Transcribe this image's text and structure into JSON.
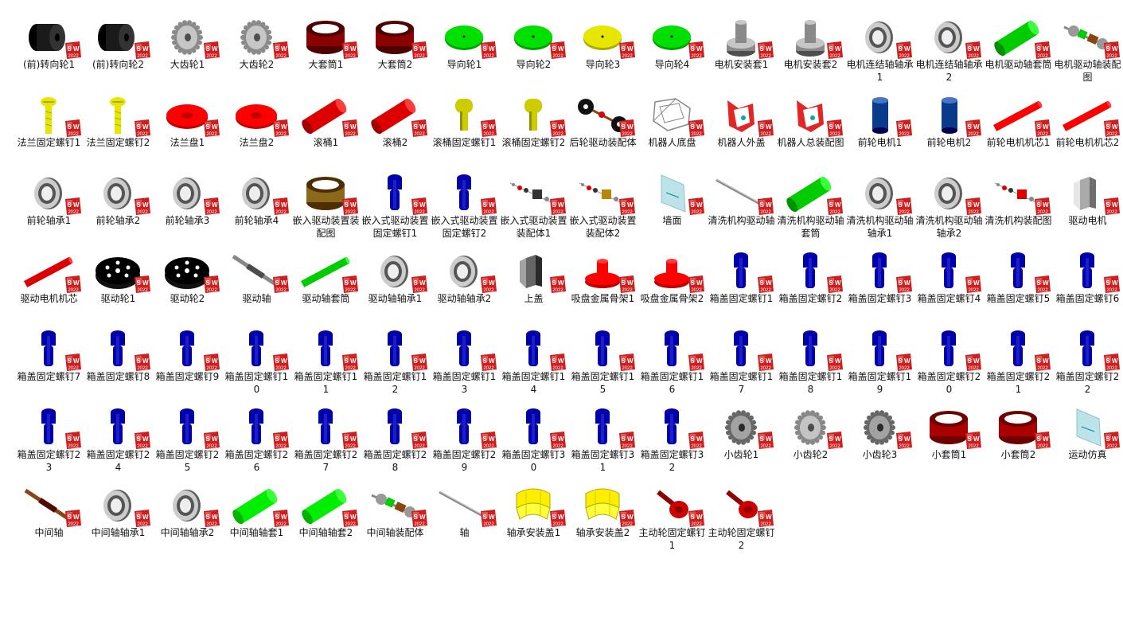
{
  "badge": {
    "line1": "S W",
    "line2": "2022"
  },
  "files": [
    {
      "name": "(前)转向轮1",
      "icon": "black-wheel-icon",
      "color": "#1a1a1a"
    },
    {
      "name": "(前)转向轮2",
      "icon": "black-wheel-icon",
      "color": "#1a1a1a"
    },
    {
      "name": "大齿轮1",
      "icon": "gear-icon",
      "color": "#8a8a8a"
    },
    {
      "name": "大齿轮2",
      "icon": "gear-icon",
      "color": "#8a8a8a"
    },
    {
      "name": "大套筒1",
      "icon": "ring-icon",
      "color": "#8b0000"
    },
    {
      "name": "大套筒2",
      "icon": "ring-icon",
      "color": "#8b0000"
    },
    {
      "name": "导向轮1",
      "icon": "disc-icon",
      "color": "#00e000"
    },
    {
      "name": "导向轮2",
      "icon": "disc-icon",
      "color": "#00e000"
    },
    {
      "name": "导向轮3",
      "icon": "disc-icon",
      "color": "#e6e600"
    },
    {
      "name": "导向轮4",
      "icon": "disc-icon",
      "color": "#00e000"
    },
    {
      "name": "电机安装套1",
      "icon": "motor-mount-icon",
      "color": "#8a8a8a"
    },
    {
      "name": "电机安装套2",
      "icon": "motor-mount-icon",
      "color": "#8a8a8a"
    },
    {
      "name": "电机连结轴轴承1",
      "icon": "bearing-icon",
      "color": "#999999"
    },
    {
      "name": "电机连结轴轴承2",
      "icon": "bearing-icon",
      "color": "#999999"
    },
    {
      "name": "电机驱动轴套筒",
      "icon": "cylinder-icon",
      "color": "#00cc00"
    },
    {
      "name": "电机驱动轴装配图",
      "icon": "assembly-icon",
      "color": "#555555"
    },
    {
      "name": "法兰固定螺钉1",
      "icon": "screw-icon",
      "color": "#e6e600"
    },
    {
      "name": "法兰固定螺钉2",
      "icon": "screw-icon",
      "color": "#e6e600"
    },
    {
      "name": "法兰盘1",
      "icon": "flange-icon",
      "color": "#ff0000"
    },
    {
      "name": "法兰盘2",
      "icon": "flange-icon",
      "color": "#ff0000"
    },
    {
      "name": "滚桶1",
      "icon": "cylinder-icon",
      "color": "#dd0000"
    },
    {
      "name": "滚桶2",
      "icon": "cylinder-icon",
      "color": "#dd0000"
    },
    {
      "name": "滚桶固定螺钉1",
      "icon": "bolt-icon",
      "color": "#cccc00"
    },
    {
      "name": "滚桶固定螺钉2",
      "icon": "bolt-icon",
      "color": "#cccc00"
    },
    {
      "name": "后轮驱动装配体",
      "icon": "axle-assembly-icon",
      "color": "#222222"
    },
    {
      "name": "机器人底盘",
      "icon": "frame-icon",
      "color": "#888888"
    },
    {
      "name": "机器人外盖",
      "icon": "cover-icon",
      "color": "#dd0000"
    },
    {
      "name": "机器人总装配图",
      "icon": "cover-icon",
      "color": "#dd0000"
    },
    {
      "name": "前轮电机1",
      "icon": "upright-cylinder-icon",
      "color": "#0a3a8a"
    },
    {
      "name": "前轮电机2",
      "icon": "upright-cylinder-icon",
      "color": "#0a3a8a"
    },
    {
      "name": "前轮电机机芯1",
      "icon": "rod-icon",
      "color": "#ff0000"
    },
    {
      "name": "前轮电机机芯2",
      "icon": "rod-icon",
      "color": "#ff0000"
    },
    {
      "name": "前轮轴承1",
      "icon": "bearing-icon",
      "color": "#999999"
    },
    {
      "name": "前轮轴承2",
      "icon": "bearing-icon",
      "color": "#999999"
    },
    {
      "name": "前轮轴承3",
      "icon": "bearing-icon",
      "color": "#999999"
    },
    {
      "name": "前轮轴承4",
      "icon": "bearing-icon",
      "color": "#999999"
    },
    {
      "name": "嵌入驱动装置装配图",
      "icon": "ring-icon",
      "color": "#8a6a1a"
    },
    {
      "name": "嵌入式驱动装置固定螺钉1",
      "icon": "blue-bolt-icon",
      "color": "#0000aa"
    },
    {
      "name": "嵌入式驱动装置固定螺钉2",
      "icon": "blue-bolt-icon",
      "color": "#0000aa"
    },
    {
      "name": "嵌入式驱动装置装配体1",
      "icon": "exploded-icon",
      "color": "#333333"
    },
    {
      "name": "嵌入式驱动装置装配体2",
      "icon": "exploded-icon",
      "color": "#b8860b"
    },
    {
      "name": "墙面",
      "icon": "glass-panel-icon",
      "color": "#a0d8e0"
    },
    {
      "name": "清洗机构驱动轴",
      "icon": "thin-rod-icon",
      "color": "#888888"
    },
    {
      "name": "清洗机构驱动轴套筒",
      "icon": "cylinder-icon",
      "color": "#00cc00"
    },
    {
      "name": "清洗机构驱动轴轴承1",
      "icon": "bearing-icon",
      "color": "#999999"
    },
    {
      "name": "清洗机构驱动轴轴承2",
      "icon": "bearing-icon",
      "color": "#999999"
    },
    {
      "name": "清洗机构装配图",
      "icon": "exploded-icon",
      "color": "#dd0000"
    },
    {
      "name": "驱动电机",
      "icon": "bracket-icon",
      "color": "#aaaaaa"
    },
    {
      "name": "驱动电机机芯",
      "icon": "rod-icon",
      "color": "#dd0000"
    },
    {
      "name": "驱动轮1",
      "icon": "black-holed-wheel-icon",
      "color": "#000000"
    },
    {
      "name": "驱动轮2",
      "icon": "black-holed-wheel-icon",
      "color": "#000000"
    },
    {
      "name": "驱动轴",
      "icon": "shaft-icon",
      "color": "#888888"
    },
    {
      "name": "驱动轴套筒",
      "icon": "rod-icon",
      "color": "#00cc00"
    },
    {
      "name": "驱动轴轴承1",
      "icon": "bearing-icon",
      "color": "#999999"
    },
    {
      "name": "驱动轴轴承2",
      "icon": "bearing-icon",
      "color": "#999999"
    },
    {
      "name": "上盖",
      "icon": "bracket-icon",
      "color": "#666666"
    },
    {
      "name": "吸盘金属骨架1",
      "icon": "suction-cup-icon",
      "color": "#ff0000"
    },
    {
      "name": "吸盘金属骨架2",
      "icon": "suction-cup-icon",
      "color": "#ff0000"
    },
    {
      "name": "箱盖固定螺钉1",
      "icon": "blue-bolt-icon",
      "color": "#0000aa"
    },
    {
      "name": "箱盖固定螺钉2",
      "icon": "blue-bolt-icon",
      "color": "#0000aa"
    },
    {
      "name": "箱盖固定螺钉3",
      "icon": "blue-bolt-icon",
      "color": "#0000aa"
    },
    {
      "name": "箱盖固定螺钉4",
      "icon": "blue-bolt-icon",
      "color": "#0000aa"
    },
    {
      "name": "箱盖固定螺钉5",
      "icon": "blue-bolt-icon",
      "color": "#0000aa"
    },
    {
      "name": "箱盖固定螺钉6",
      "icon": "blue-bolt-icon",
      "color": "#0000aa"
    },
    {
      "name": "箱盖固定螺钉7",
      "icon": "blue-bolt-icon",
      "color": "#0000aa"
    },
    {
      "name": "箱盖固定螺钉8",
      "icon": "blue-bolt-icon",
      "color": "#0000aa"
    },
    {
      "name": "箱盖固定螺钉9",
      "icon": "blue-bolt-icon",
      "color": "#0000aa"
    },
    {
      "name": "箱盖固定螺钉10",
      "icon": "blue-bolt-icon",
      "color": "#0000aa"
    },
    {
      "name": "箱盖固定螺钉11",
      "icon": "blue-bolt-icon",
      "color": "#0000aa"
    },
    {
      "name": "箱盖固定螺钉12",
      "icon": "blue-bolt-icon",
      "color": "#0000aa"
    },
    {
      "name": "箱盖固定螺钉13",
      "icon": "blue-bolt-icon",
      "color": "#0000aa"
    },
    {
      "name": "箱盖固定螺钉14",
      "icon": "blue-bolt-icon",
      "color": "#0000aa"
    },
    {
      "name": "箱盖固定螺钉15",
      "icon": "blue-bolt-icon",
      "color": "#0000aa"
    },
    {
      "name": "箱盖固定螺钉16",
      "icon": "blue-bolt-icon",
      "color": "#0000aa"
    },
    {
      "name": "箱盖固定螺钉17",
      "icon": "blue-bolt-icon",
      "color": "#0000aa"
    },
    {
      "name": "箱盖固定螺钉18",
      "icon": "blue-bolt-icon",
      "color": "#0000aa"
    },
    {
      "name": "箱盖固定螺钉19",
      "icon": "blue-bolt-icon",
      "color": "#0000aa"
    },
    {
      "name": "箱盖固定螺钉20",
      "icon": "blue-bolt-icon",
      "color": "#0000aa"
    },
    {
      "name": "箱盖固定螺钉21",
      "icon": "blue-bolt-icon",
      "color": "#0000aa"
    },
    {
      "name": "箱盖固定螺钉22",
      "icon": "blue-bolt-icon",
      "color": "#0000aa"
    },
    {
      "name": "箱盖固定螺钉23",
      "icon": "blue-bolt-icon",
      "color": "#0000aa"
    },
    {
      "name": "箱盖固定螺钉24",
      "icon": "blue-bolt-icon",
      "color": "#0000aa"
    },
    {
      "name": "箱盖固定螺钉25",
      "icon": "blue-bolt-icon",
      "color": "#0000aa"
    },
    {
      "name": "箱盖固定螺钉26",
      "icon": "blue-bolt-icon",
      "color": "#0000aa"
    },
    {
      "name": "箱盖固定螺钉27",
      "icon": "blue-bolt-icon",
      "color": "#0000aa"
    },
    {
      "name": "箱盖固定螺钉28",
      "icon": "blue-bolt-icon",
      "color": "#0000aa"
    },
    {
      "name": "箱盖固定螺钉29",
      "icon": "blue-bolt-icon",
      "color": "#0000aa"
    },
    {
      "name": "箱盖固定螺钉30",
      "icon": "blue-bolt-icon",
      "color": "#0000aa"
    },
    {
      "name": "箱盖固定螺钉31",
      "icon": "blue-bolt-icon",
      "color": "#0000aa"
    },
    {
      "name": "箱盖固定螺钉32",
      "icon": "blue-bolt-icon",
      "color": "#0000aa"
    },
    {
      "name": "小齿轮1",
      "icon": "gear-icon",
      "color": "#666666"
    },
    {
      "name": "小齿轮2",
      "icon": "gear-icon",
      "color": "#888888"
    },
    {
      "name": "小齿轮3",
      "icon": "gear-icon",
      "color": "#666666"
    },
    {
      "name": "小套筒1",
      "icon": "ring-icon",
      "color": "#aa0000"
    },
    {
      "name": "小套筒2",
      "icon": "ring-icon",
      "color": "#aa0000"
    },
    {
      "name": "运动仿真",
      "icon": "glass-panel-icon",
      "color": "#a0d8e0"
    },
    {
      "name": "中间轴",
      "icon": "shaft-icon",
      "color": "#8b4513"
    },
    {
      "name": "中间轴轴承1",
      "icon": "bearing-icon",
      "color": "#999999"
    },
    {
      "name": "中间轴轴承2",
      "icon": "bearing-icon",
      "color": "#999999"
    },
    {
      "name": "中间轴轴套1",
      "icon": "cylinder-icon",
      "color": "#00ee00"
    },
    {
      "name": "中间轴轴套2",
      "icon": "cylinder-icon",
      "color": "#00ee00"
    },
    {
      "name": "中间轴装配体",
      "icon": "assembly-icon",
      "color": "#555555"
    },
    {
      "name": "轴",
      "icon": "thin-rod-icon",
      "color": "#888888"
    },
    {
      "name": "轴承安装盖1",
      "icon": "bearing-cap-icon",
      "color": "#ffee00"
    },
    {
      "name": "轴承安装盖2",
      "icon": "bearing-cap-icon",
      "color": "#ffee00"
    },
    {
      "name": "主动轮固定螺钉1",
      "icon": "red-bolt-icon",
      "color": "#cc0000"
    },
    {
      "name": "主动轮固定螺钉2",
      "icon": "red-bolt-icon",
      "color": "#cc0000"
    }
  ]
}
